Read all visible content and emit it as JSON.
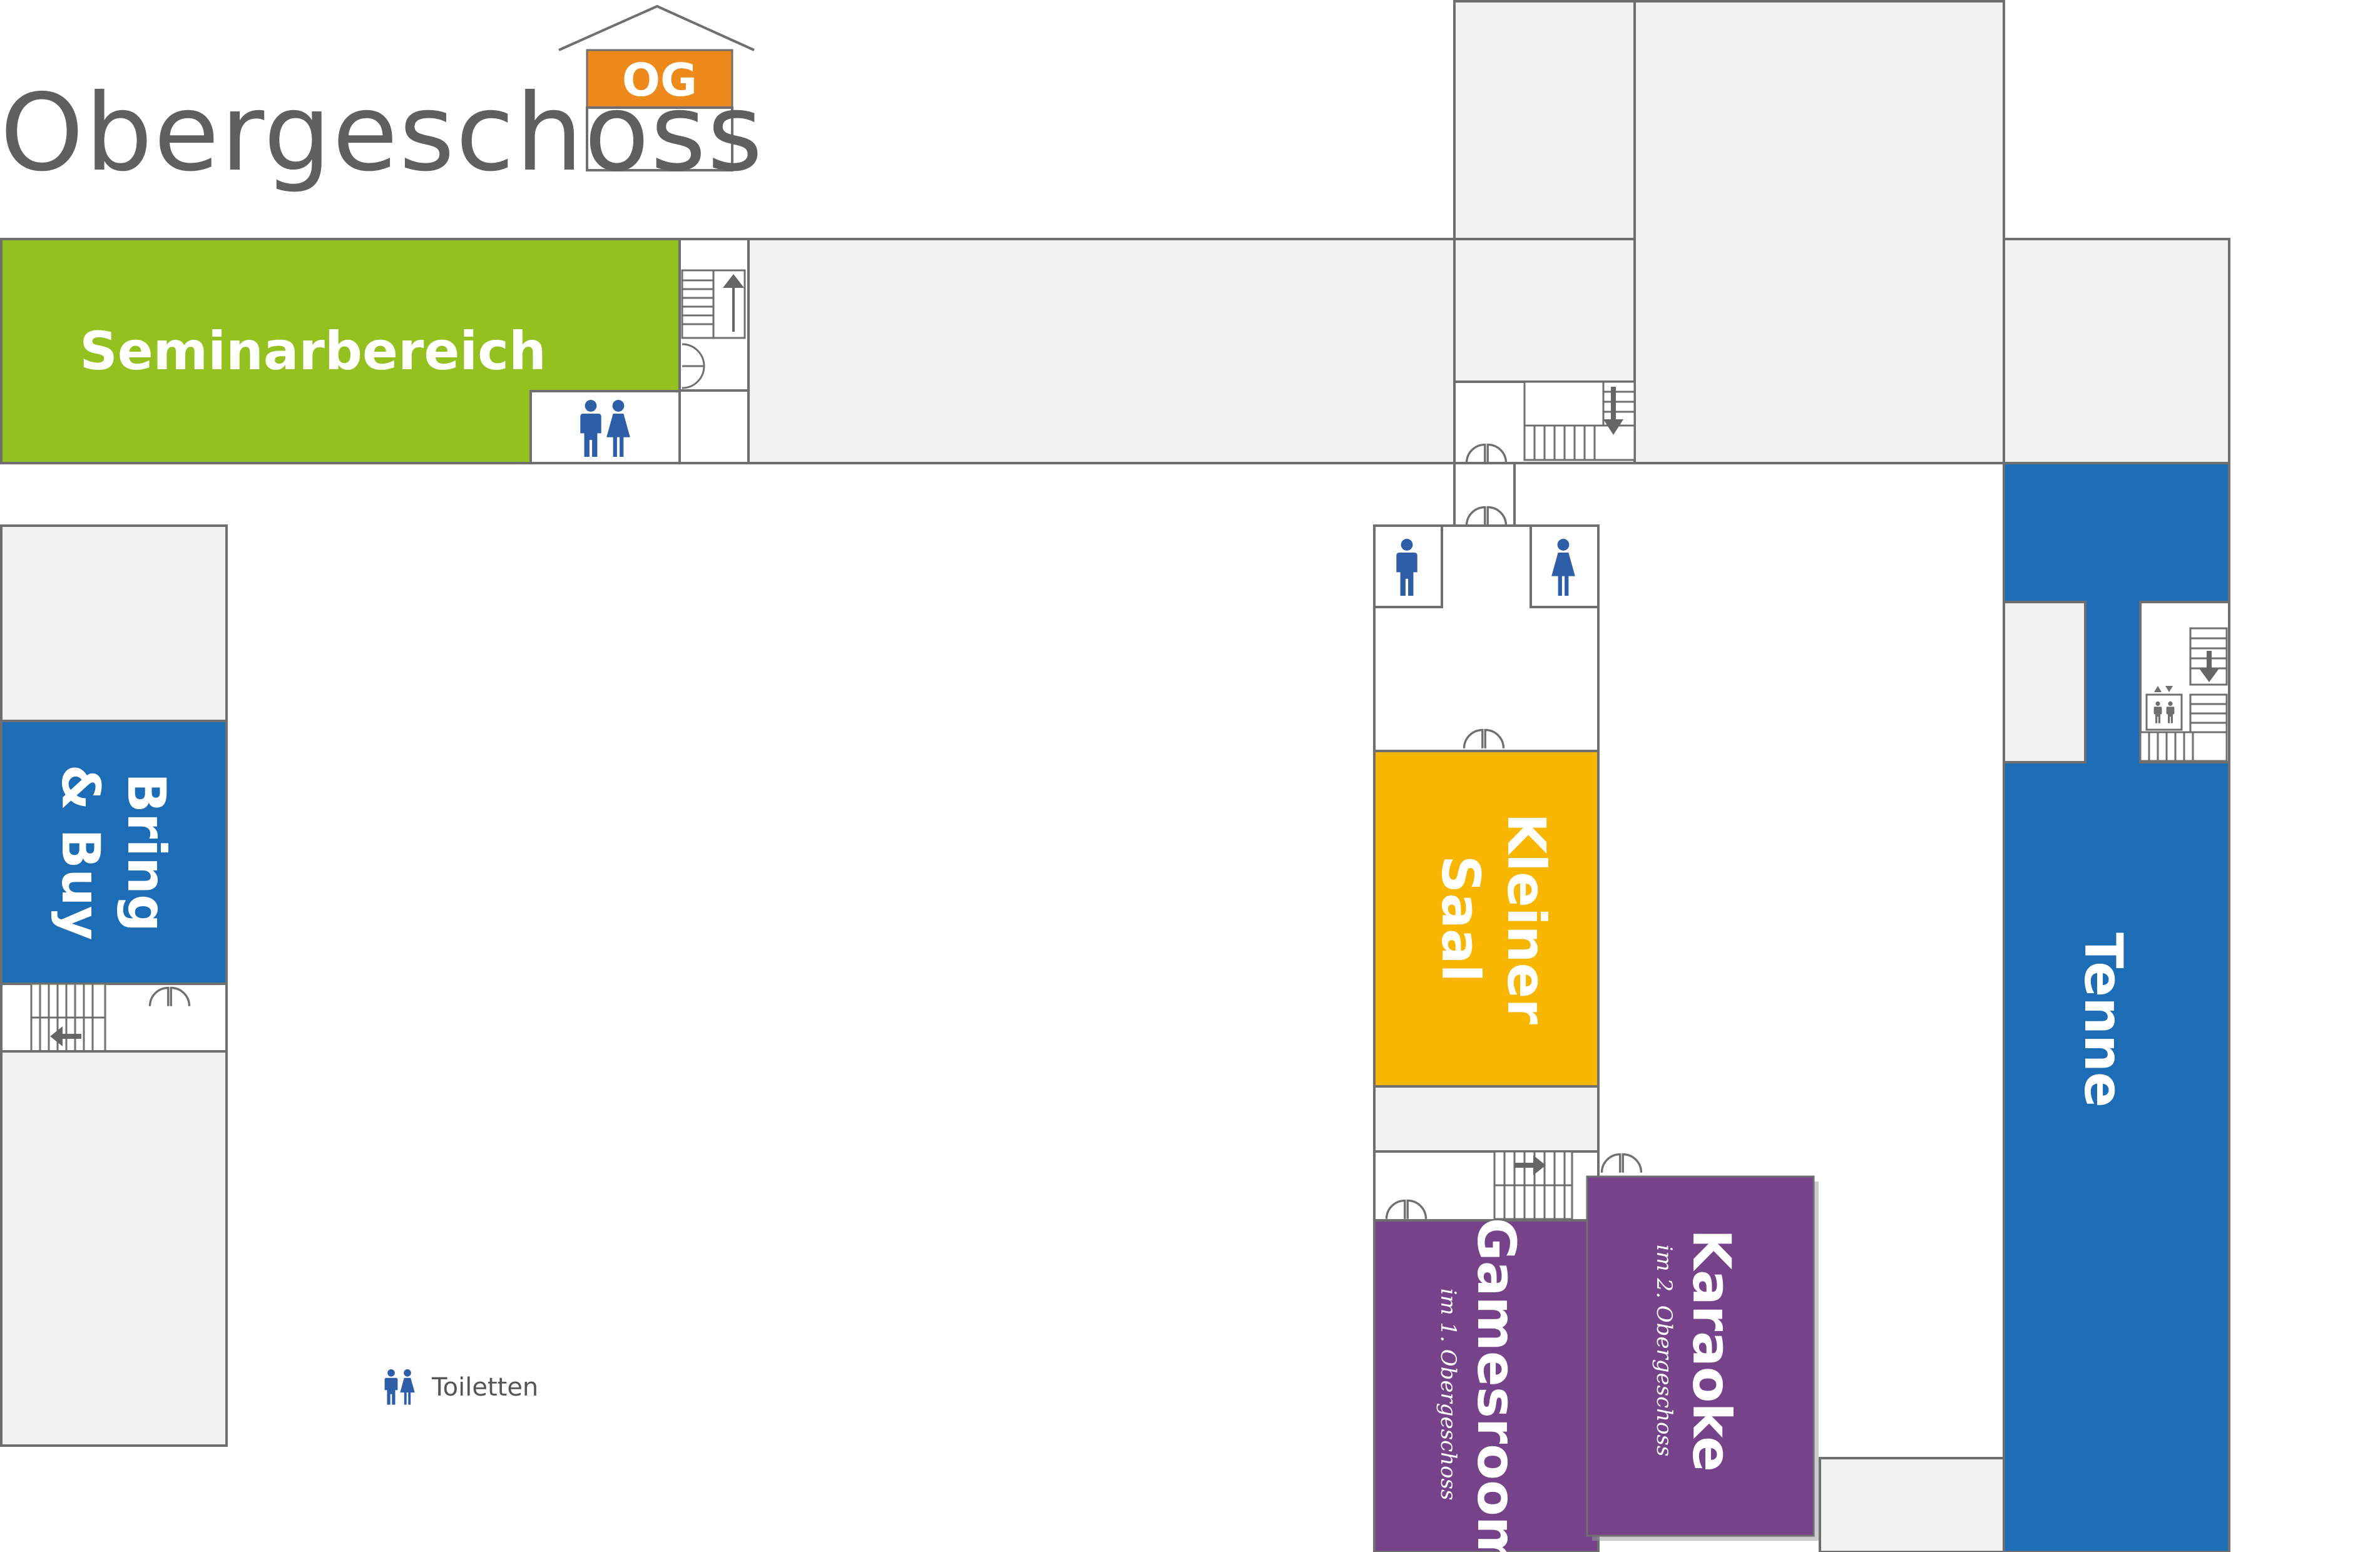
{
  "header": {
    "title": "Obergeschoss",
    "floor_badge": "OG",
    "floor_badge_color": "#ee8a1b"
  },
  "rooms": {
    "seminar": {
      "label": "Seminarbereich",
      "color": "#94c11f"
    },
    "bring_buy": {
      "line1": "Bring",
      "line2": "& Buy",
      "color": "#1d6db6"
    },
    "kleiner_saal": {
      "line1": "Kleiner",
      "line2": "Saal",
      "color": "#f8b600"
    },
    "tenne": {
      "label": "Tenne",
      "color": "#1d6db6"
    },
    "gamesroom": {
      "label": "Gamesroom",
      "note": "im 1. Obergeschoss",
      "color": "#76428a"
    },
    "karaoke": {
      "label": "Karaoke",
      "note": "im 2. Obergeschoss",
      "color": "#76428a"
    }
  },
  "legend": {
    "icon": "toilet-icon",
    "label": "Toiletten"
  },
  "icons": {
    "stairs": "stairs-icon",
    "door": "door-icon",
    "elevator": "elevator-icon",
    "male": "male-toilet-icon",
    "female": "female-toilet-icon"
  },
  "colors": {
    "wall": "#6f6f6f",
    "room_grey": "#f2f2f1",
    "icon_blue": "#2f5ea8",
    "arrow": "#666666"
  }
}
